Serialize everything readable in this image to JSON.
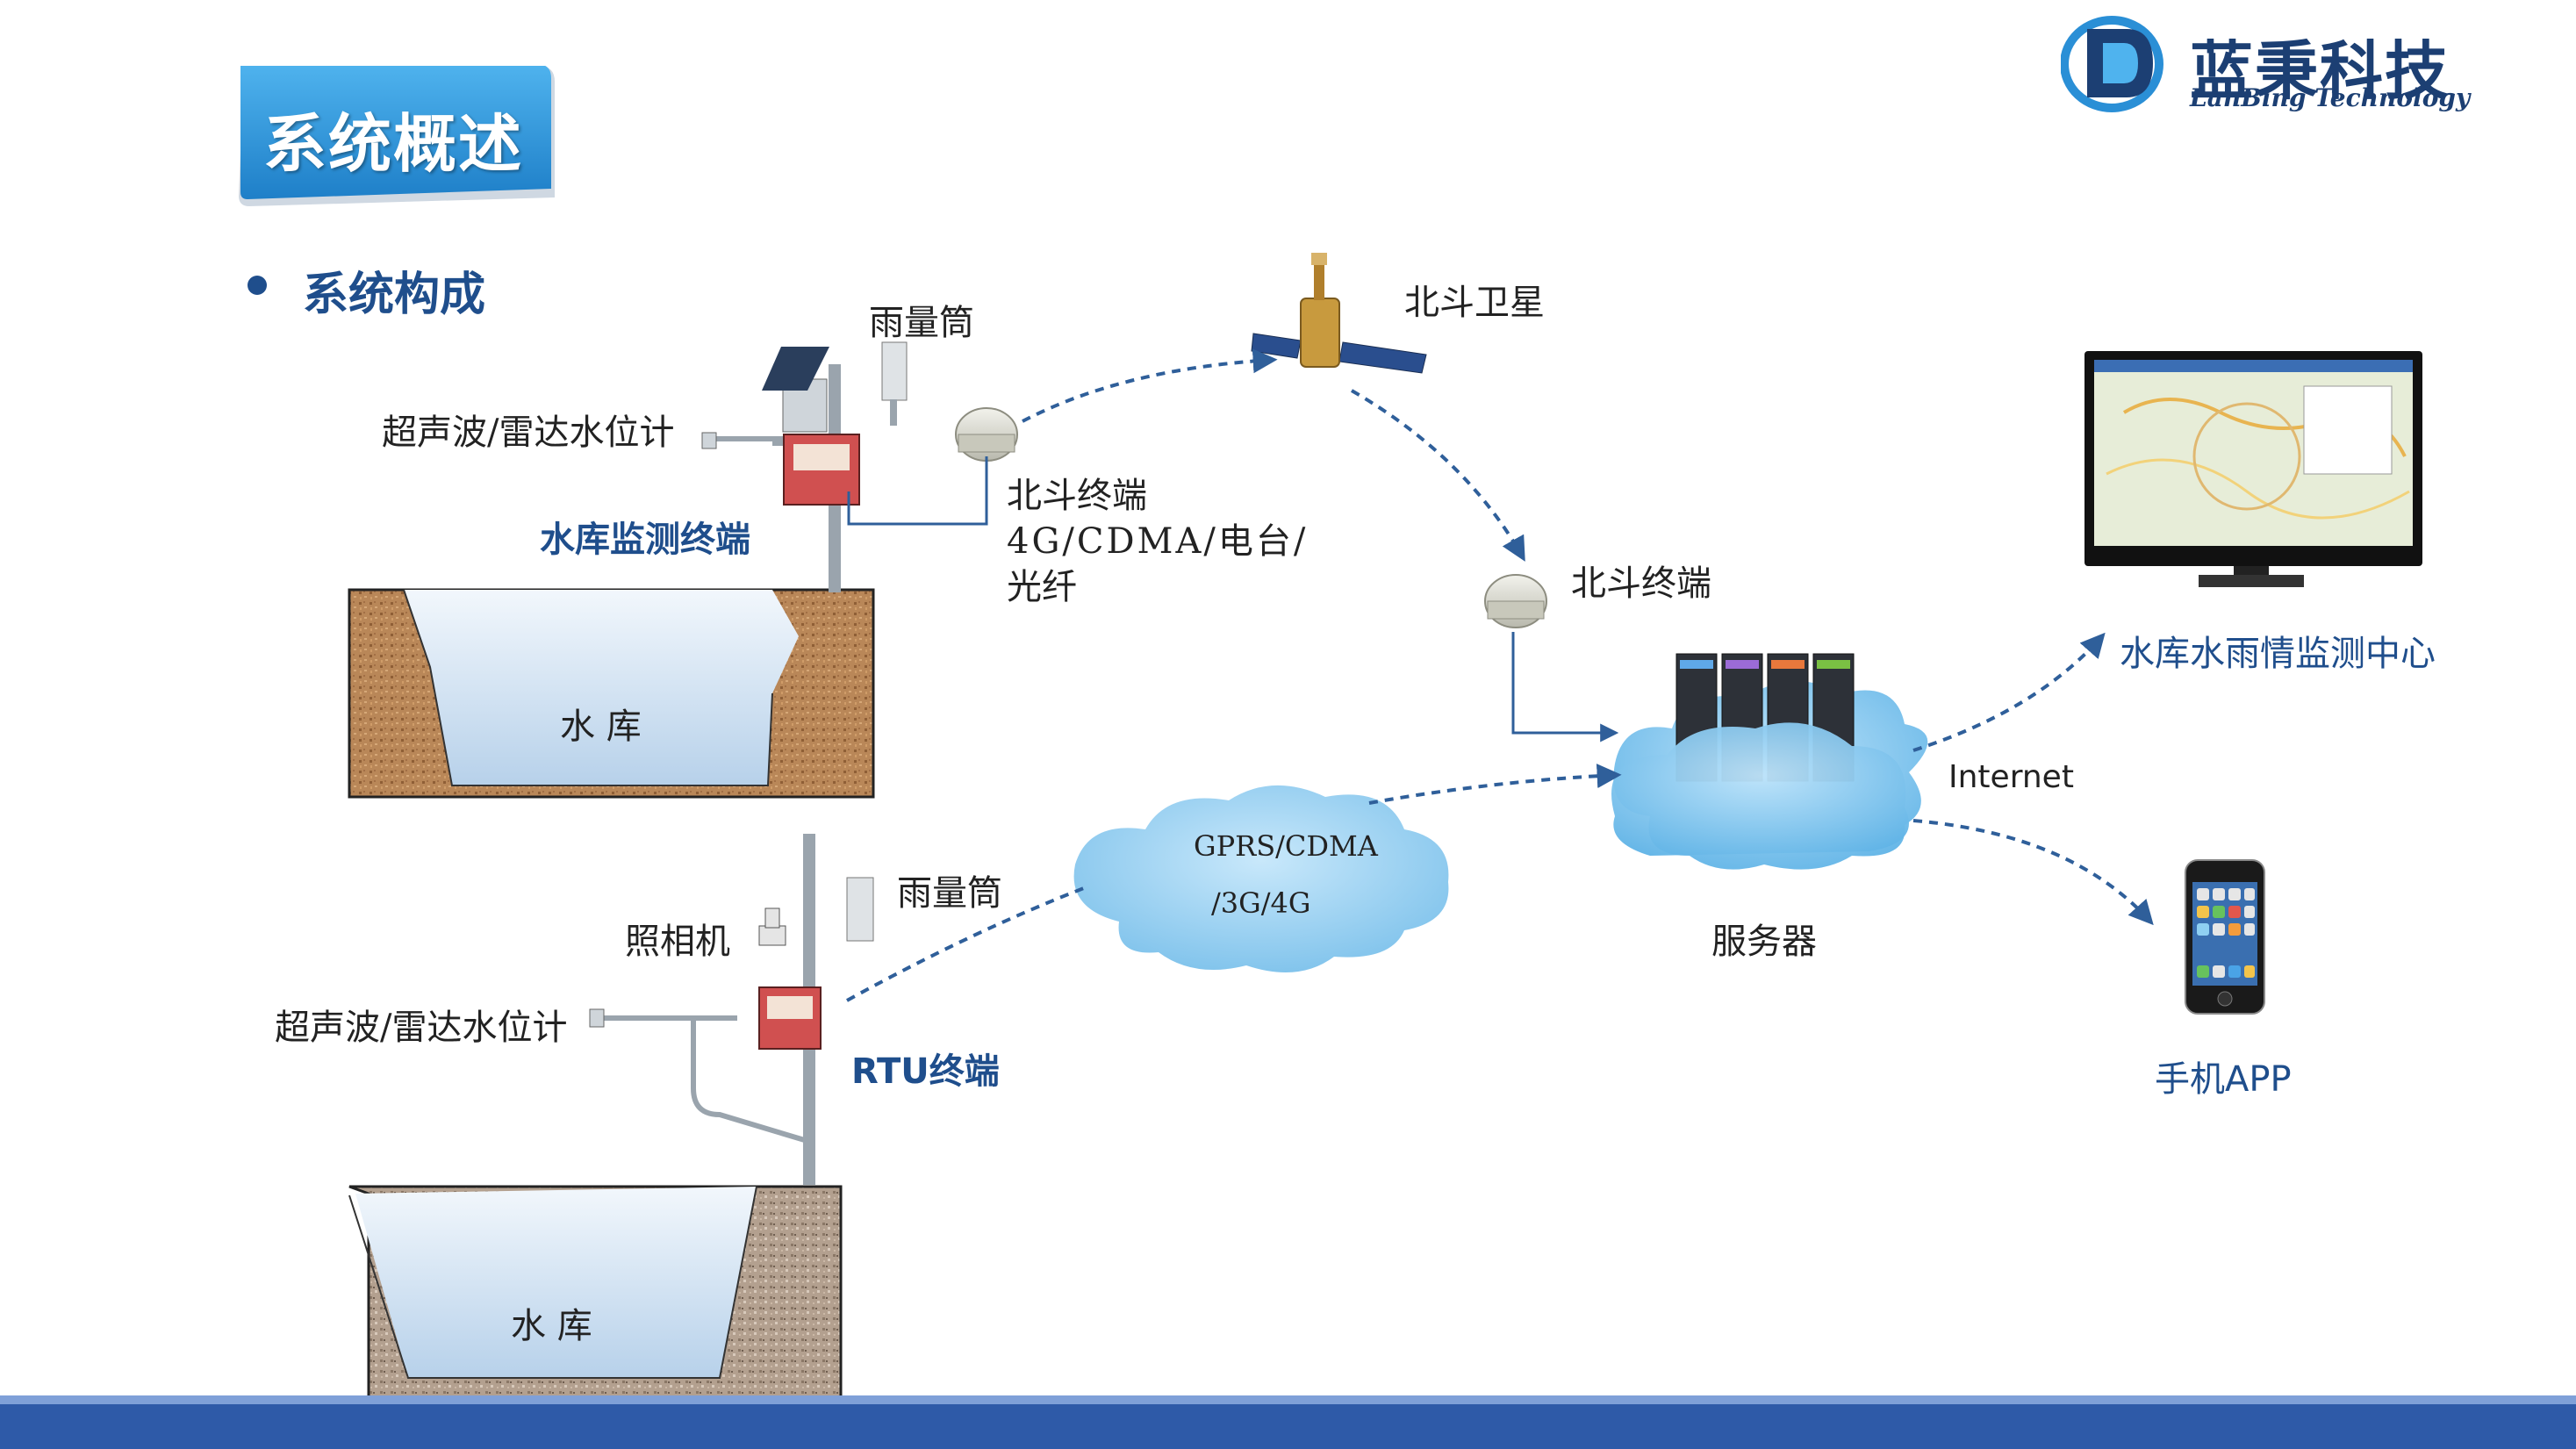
{
  "header": {
    "section_title": "系统概述",
    "subsection": "系统构成",
    "logo_cn": "蓝秉科技",
    "logo_en": "LanBing Technology"
  },
  "diagram": {
    "top_site": {
      "rain_gauge": "雨量筒",
      "water_level_meter": "超声波/雷达水位计",
      "terminal": "水库监测终端",
      "reservoir": "水 库",
      "comm_terminal": "北斗终端",
      "comm_modes_line1": "4G/CDMA/电台/",
      "comm_modes_line2": "光纤"
    },
    "bottom_site": {
      "rain_gauge": "雨量筒",
      "camera": "照相机",
      "water_level_meter": "超声波/雷达水位计",
      "terminal": "RTU终端",
      "reservoir": "水 库"
    },
    "satellite": "北斗卫星",
    "receiver_terminal": "北斗终端",
    "network_cloud_line1": "GPRS/CDMA",
    "network_cloud_line2": "/3G/4G",
    "server": "服务器",
    "internet": "Internet",
    "monitor_center": "水库水雨情监测中心",
    "mobile_app": "手机APP"
  },
  "colors": {
    "brand_blue": "#1f4e8c",
    "banner_blue": "#2a8fd6",
    "arrow_blue": "#2f5f9a",
    "water": "#c9def0",
    "soil": "#b98758"
  }
}
